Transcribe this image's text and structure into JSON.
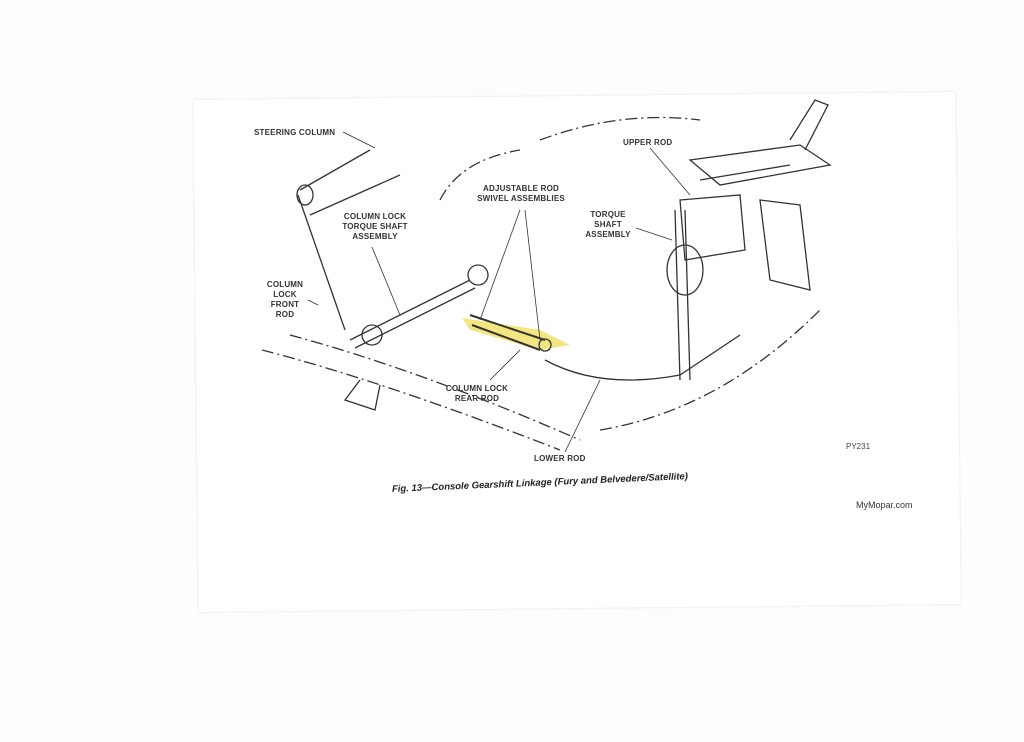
{
  "labels": {
    "steering_column": "STEERING COLUMN",
    "column_lock_torque_shaft": "COLUMN LOCK TORQUE SHAFT ASSEMBLY",
    "column_lock_front_rod": "COLUMN LOCK FRONT ROD",
    "adjustable_rod_swivel": "ADJUSTABLE ROD SWIVEL ASSEMBLIES",
    "upper_rod": "UPPER ROD",
    "torque_shaft_assembly": "TORQUE SHAFT ASSEMBLY",
    "column_lock_rear_rod": "COLUMN LOCK REAR ROD",
    "lower_rod": "LOWER ROD"
  },
  "caption": "Fig. 13—Console Gearshift Linkage (Fury and Belvedere/Satellite)",
  "figure_code": "PY231",
  "source": "MyMopar.com",
  "highlight_color": "#f0e060"
}
